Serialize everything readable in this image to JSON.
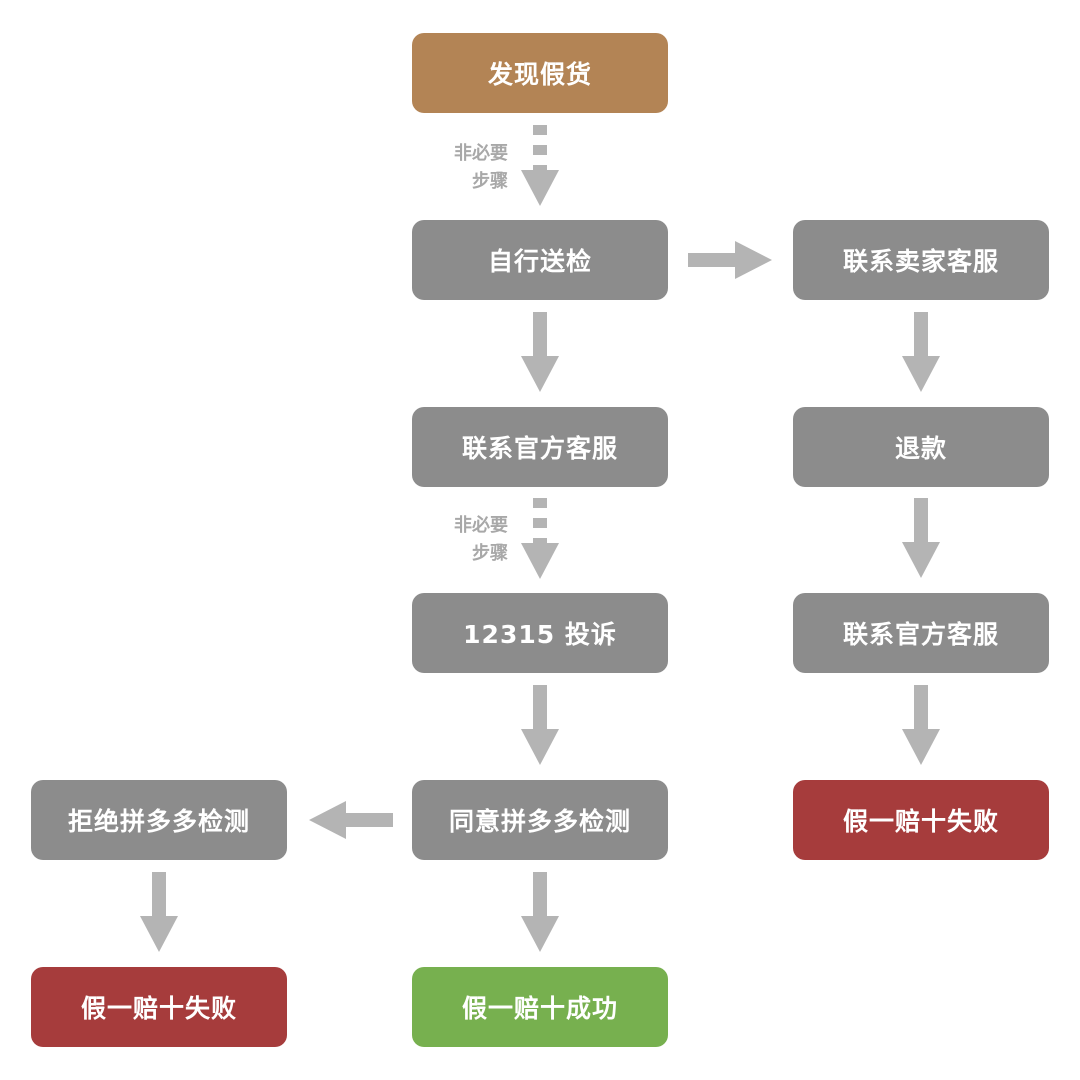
{
  "colors": {
    "start": "#b38455",
    "step": "#8c8c8c",
    "failure": "#a63c3c",
    "success": "#77b04f",
    "arrow": "#b4b4b4"
  },
  "nodes": {
    "discover_fake": "发现假货",
    "self_inspection": "自行送检",
    "contact_seller_service": "联系卖家客服",
    "contact_official_service_main": "联系官方客服",
    "refund": "退款",
    "complaint_12315": "12315 投诉",
    "contact_official_service_right": "联系官方客服",
    "agree_pdd_inspection": "同意拼多多检测",
    "refuse_pdd_inspection": "拒绝拼多多检测",
    "compensation_fail_right": "假一赔十失败",
    "compensation_fail_left": "假一赔十失败",
    "compensation_success": "假一赔十成功"
  },
  "notes": {
    "optional_step_1": {
      "line1": "非必要",
      "line2": "步骤"
    },
    "optional_step_2": {
      "line1": "非必要",
      "line2": "步骤"
    }
  }
}
